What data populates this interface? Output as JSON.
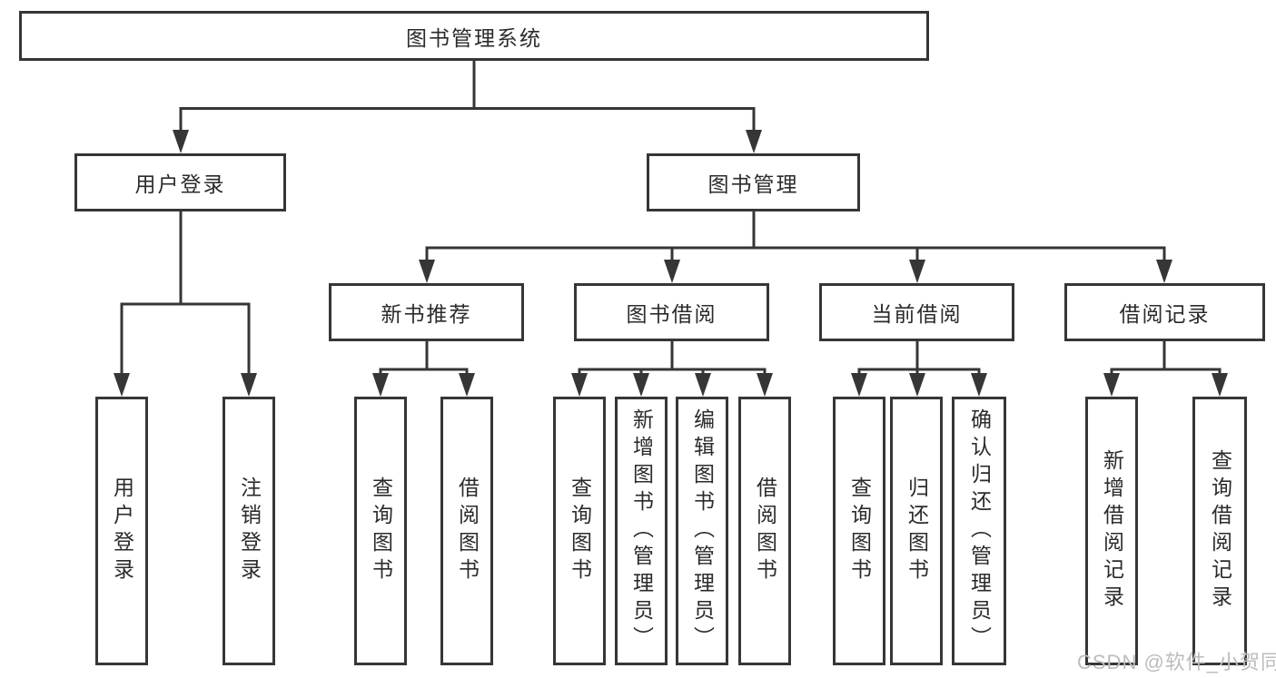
{
  "diagram_type": "hierarchy-tree",
  "colors": {
    "line": "#363636",
    "box_border": "#363636",
    "text": "#2b2b2b",
    "watermark": "#bcbcbc",
    "background": "#ffffff"
  },
  "tree": {
    "label": "图书管理系统",
    "children": [
      {
        "label": "用户登录",
        "children": [
          {
            "label": "用户登录"
          },
          {
            "label": "注销登录"
          }
        ]
      },
      {
        "label": "图书管理",
        "children": [
          {
            "label": "新书推荐",
            "children": [
              {
                "label": "查询图书"
              },
              {
                "label": "借阅图书"
              }
            ]
          },
          {
            "label": "图书借阅",
            "children": [
              {
                "label": "查询图书"
              },
              {
                "label": "新增图书（管理员）"
              },
              {
                "label": "编辑图书（管理员）"
              },
              {
                "label": "借阅图书"
              }
            ]
          },
          {
            "label": "当前借阅",
            "children": [
              {
                "label": "查询图书"
              },
              {
                "label": "归还图书"
              },
              {
                "label": "确认归还（管理员）"
              }
            ]
          },
          {
            "label": "借阅记录",
            "children": [
              {
                "label": "新增借阅记录"
              },
              {
                "label": "查询借阅记录"
              }
            ]
          }
        ]
      }
    ]
  },
  "watermark": "CSDN @软件_小贺同学"
}
